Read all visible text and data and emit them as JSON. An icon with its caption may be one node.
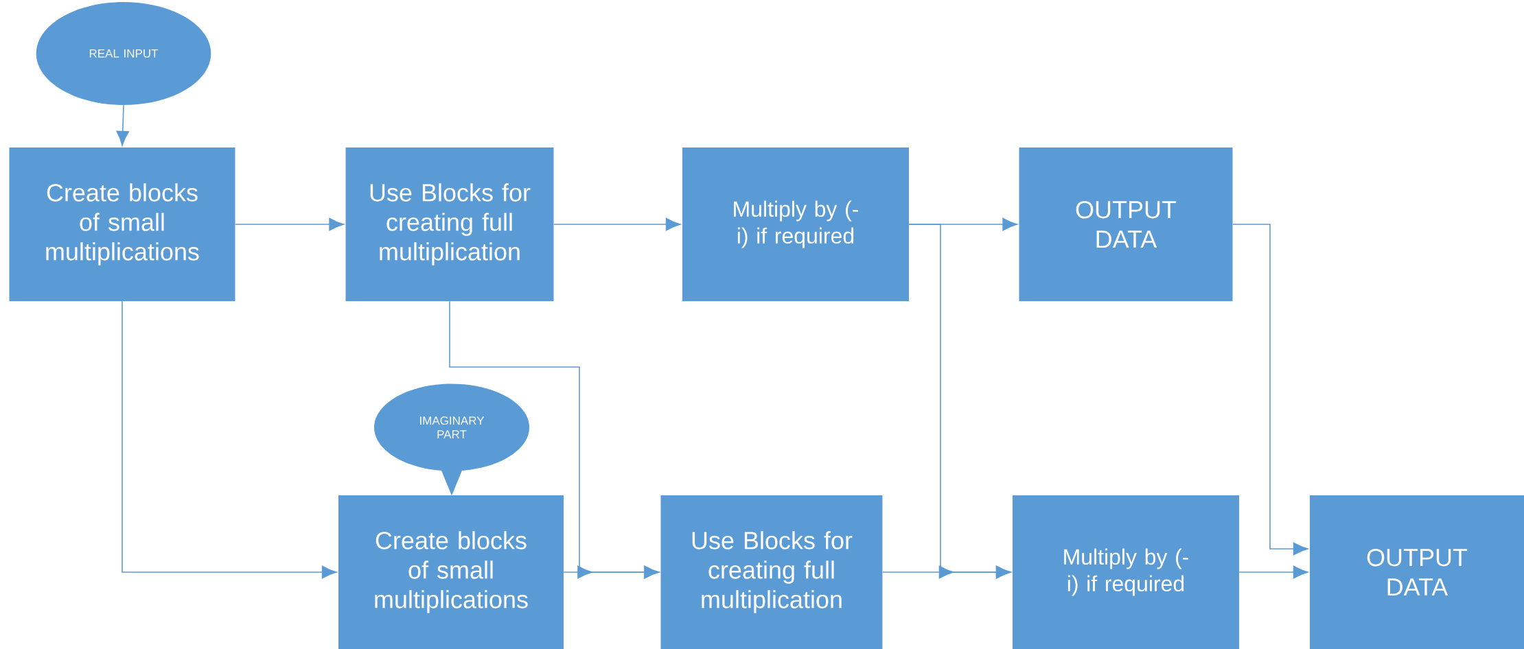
{
  "diagram": {
    "nodes": [
      {
        "text": [
          "REAL INPUT"
        ]
      },
      {
        "text": [
          "Create blocks of small multiplications"
        ]
      },
      {
        "text": [
          "Use Blocks for creating full multiplication"
        ]
      },
      {
        "text": [
          "Multiply by (-i) if required"
        ]
      },
      {
        "text": [
          "OUTPUT DATA"
        ]
      },
      {
        "text": [
          "IMAGINARY PART"
        ]
      },
      {
        "text": [
          "Create blocks of small multiplications"
        ]
      },
      {
        "text": [
          "Use Blocks for creating full multiplication"
        ]
      },
      {
        "text": [
          "Multiply by (-i) if required"
        ]
      },
      {
        "text": [
          "OUTPUT DATA"
        ]
      }
    ],
    "edges": [
      {
        "from": 0,
        "to": 1,
        "arrow": "to"
      },
      {
        "from": 1,
        "to": 2,
        "arrow": "to"
      },
      {
        "from": 2,
        "to": 3,
        "arrow": "to"
      },
      {
        "from": 3,
        "to": 4,
        "arrow": "to"
      },
      {
        "from": 1,
        "to": 6,
        "arrow": "to"
      },
      {
        "from": 2,
        "to": 7,
        "arrow": "to"
      },
      {
        "from": 6,
        "to": 7,
        "arrow": "to"
      },
      {
        "from": 3,
        "to": 8,
        "arrow": "to"
      },
      {
        "from": 7,
        "to": 8,
        "arrow": "to"
      },
      {
        "from": 4,
        "to": 9,
        "arrow": "to"
      },
      {
        "from": 8,
        "to": 9,
        "arrow": "to"
      }
    ]
  }
}
